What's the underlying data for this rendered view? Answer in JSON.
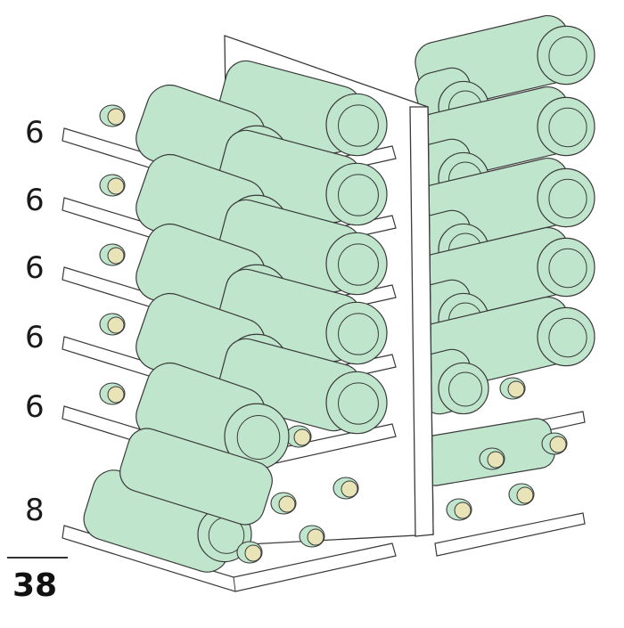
{
  "rows": [
    {
      "count": "6"
    },
    {
      "count": "6"
    },
    {
      "count": "6"
    },
    {
      "count": "6"
    },
    {
      "count": "6"
    },
    {
      "count": "8"
    }
  ],
  "total": "38",
  "colors": {
    "bottle_fill": "#bfe6cc",
    "bottle_stroke": "#3a3a3a",
    "cork_fill": "#e8e4b8",
    "shelf_fill": "#ffffff",
    "divider_fill": "#ffffff"
  }
}
